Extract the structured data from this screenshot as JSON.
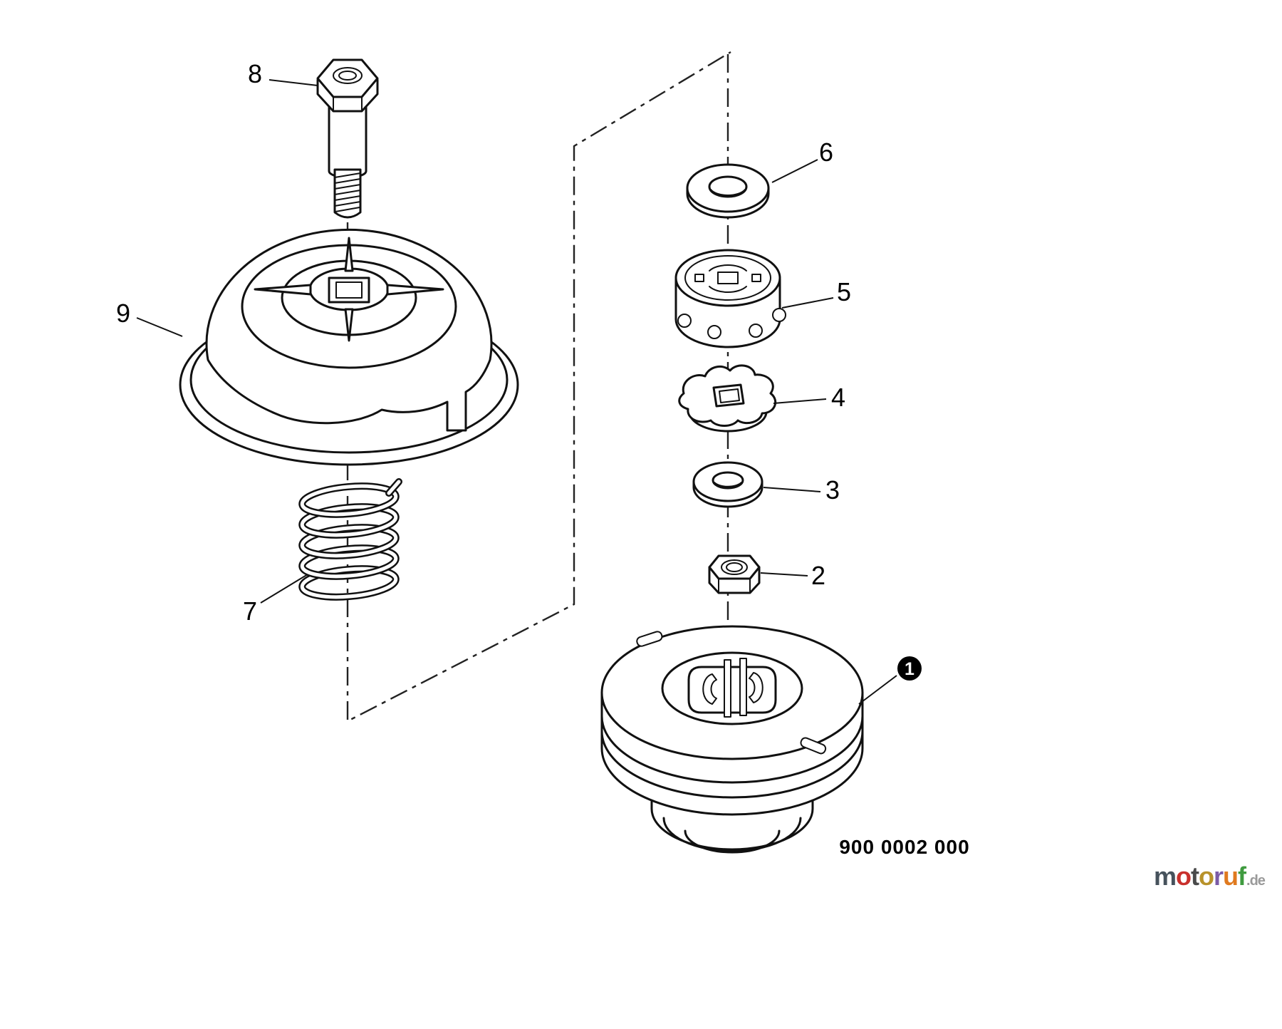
{
  "diagram": {
    "callouts": {
      "c1": "1",
      "c2": "2",
      "c3": "3",
      "c4": "4",
      "c5": "5",
      "c6": "6",
      "c7": "7",
      "c8": "8",
      "c9": "9"
    },
    "part_number": "900 0002 000"
  },
  "watermark": {
    "brand": "motoruf",
    "letters": [
      "m",
      "o",
      "t",
      "o",
      "r",
      "u",
      "f"
    ],
    "suffix": ".de",
    "colors": [
      "#46525c",
      "#c9302c",
      "#4a4a4a",
      "#b8922a",
      "#7b5ba6",
      "#e07a1f",
      "#3f9b3f"
    ],
    "suffix_color": "#9a9a9a"
  }
}
